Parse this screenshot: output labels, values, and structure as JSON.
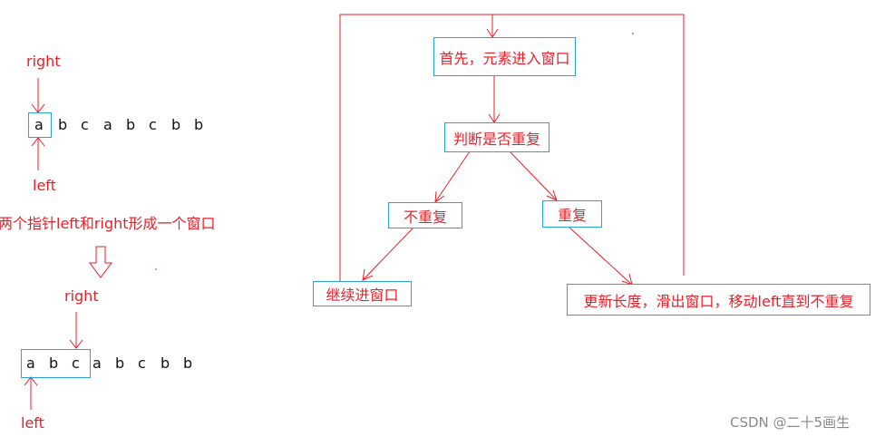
{
  "top_example": {
    "right_label": "right",
    "left_label": "left",
    "boxed": "a",
    "rest": [
      "b",
      "c",
      "a",
      "b",
      "c",
      "b",
      "b"
    ]
  },
  "caption": "两个指针left和right形成一个窗口",
  "bottom_example": {
    "right_label": "right",
    "left_label": "left",
    "boxed": [
      "a",
      "b",
      "c"
    ],
    "rest": [
      "a",
      "b",
      "c",
      "b",
      "b"
    ]
  },
  "flow": {
    "enter": "首先，元素进入窗口",
    "judge": "判断是否重复",
    "no_repeat": "不重复",
    "repeat": "重复",
    "continue": "继续进窗口",
    "update": "更新长度，滑出窗口，移动left直到不重复"
  },
  "watermark": "CSDN @二十5画生",
  "colors": {
    "arrow": "#e8202a",
    "box_border": "#2aa3d6",
    "text": "#e8202a"
  }
}
